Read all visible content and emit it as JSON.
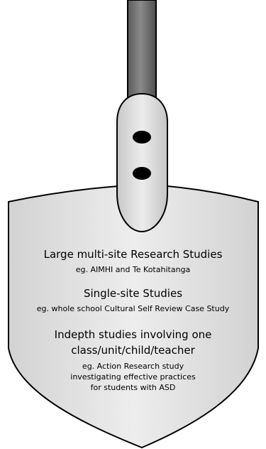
{
  "studies": [
    {
      "heading": "Large multi-site Research Studies",
      "examples": [
        "eg. AIMHI and Te Kotahitanga"
      ]
    },
    {
      "heading": "Single-site Studies",
      "examples": [
        "eg. whole school Cultural Self Review Case Study"
      ]
    },
    {
      "heading_lines": [
        "Indepth studies involving one",
        "class/unit/child/teacher"
      ],
      "examples": [
        "eg. Action Research study",
        "investigating effective practices",
        "for students with ASD"
      ]
    }
  ],
  "colors": {
    "shaft": "#6e6e6e",
    "blade": "#e2e2e2",
    "collar": "#dcdcdc",
    "outline": "#000000"
  }
}
